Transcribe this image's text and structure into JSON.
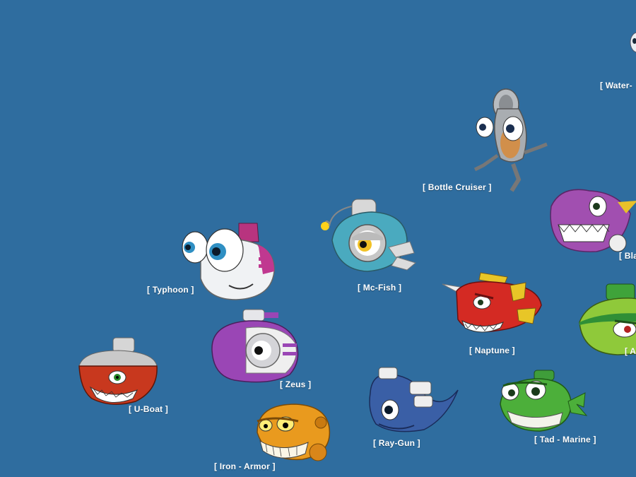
{
  "background_color": "#2f6d9f",
  "label_color": "#ffffff",
  "characters": [
    {
      "id": "water",
      "label": "[ Water-",
      "icon": "partial-submarine-icon"
    },
    {
      "id": "bottle-cruiser",
      "label": "[ Bottle Cruiser ]",
      "icon": "bottle-cruiser-sub-icon"
    },
    {
      "id": "blade",
      "label": "[ Bla",
      "icon": "purple-shark-sub-icon"
    },
    {
      "id": "typhoon",
      "label": "[ Typhoon ]",
      "icon": "typhoon-sub-icon"
    },
    {
      "id": "mc-fish",
      "label": "[ Mc-Fish ]",
      "icon": "mc-fish-sub-icon"
    },
    {
      "id": "naptune",
      "label": "[ Naptune ]",
      "icon": "naptune-sub-icon"
    },
    {
      "id": "green-partial",
      "label": "[ A",
      "icon": "green-shark-sub-icon"
    },
    {
      "id": "zeus",
      "label": "[ Zeus ]",
      "icon": "zeus-sub-icon"
    },
    {
      "id": "u-boat",
      "label": "[ U-Boat ]",
      "icon": "u-boat-sub-icon"
    },
    {
      "id": "ray-gun",
      "label": "[ Ray-Gun ]",
      "icon": "ray-gun-sub-icon"
    },
    {
      "id": "tad-marine",
      "label": "[ Tad - Marine ]",
      "icon": "tad-marine-sub-icon"
    },
    {
      "id": "iron-armor",
      "label": "[ Iron - Armor ]",
      "icon": "iron-armor-sub-icon"
    }
  ]
}
